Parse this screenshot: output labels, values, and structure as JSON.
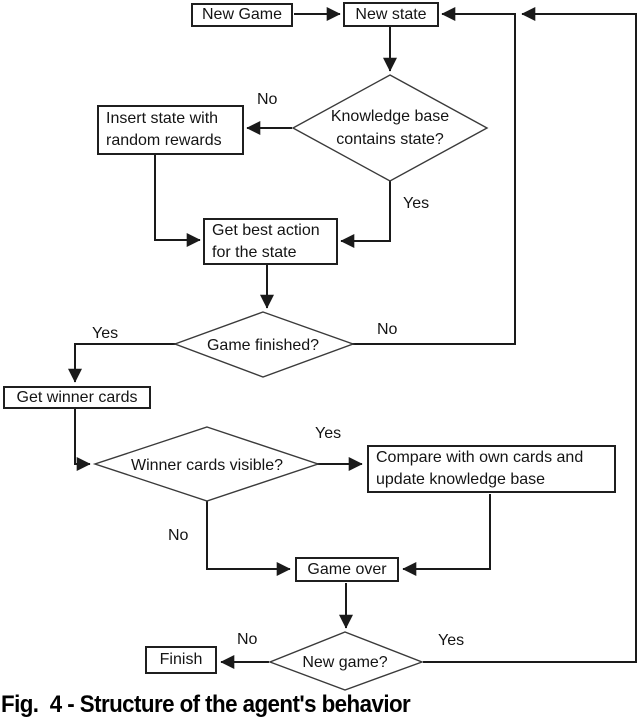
{
  "figure": {
    "caption": "Fig.  4 - Structure of the agent's behavior"
  },
  "flowchart": {
    "type": "flowchart",
    "nodes": {
      "new_game": {
        "label": "New Game"
      },
      "new_state": {
        "label": "New state"
      },
      "kb_contains": {
        "lines": [
          "Knowledge base",
          "contains state?"
        ]
      },
      "insert_state": {
        "lines": [
          "Insert state with",
          "random rewards"
        ]
      },
      "get_best_action": {
        "lines": [
          "Get best action",
          "for the state"
        ]
      },
      "game_finished": {
        "label": "Game finished?"
      },
      "get_winner_cards": {
        "label": "Get winner cards"
      },
      "winner_visible": {
        "label": "Winner cards visible?"
      },
      "compare": {
        "lines": [
          "Compare with own cards and",
          "update knowledge base"
        ]
      },
      "game_over": {
        "label": "Game over"
      },
      "new_game_q": {
        "label": "New game?"
      },
      "finish": {
        "label": "Finish"
      }
    },
    "edge_labels": {
      "kb_no": "No",
      "kb_yes": "Yes",
      "gf_yes": "Yes",
      "gf_no": "No",
      "wv_yes": "Yes",
      "wv_no": "No",
      "ng_no": "No",
      "ng_yes": "Yes"
    },
    "colors": {
      "line": "#1a1a1a",
      "box_border": "#1f1f1f",
      "background": "#ffffff",
      "text": "#141414"
    }
  }
}
